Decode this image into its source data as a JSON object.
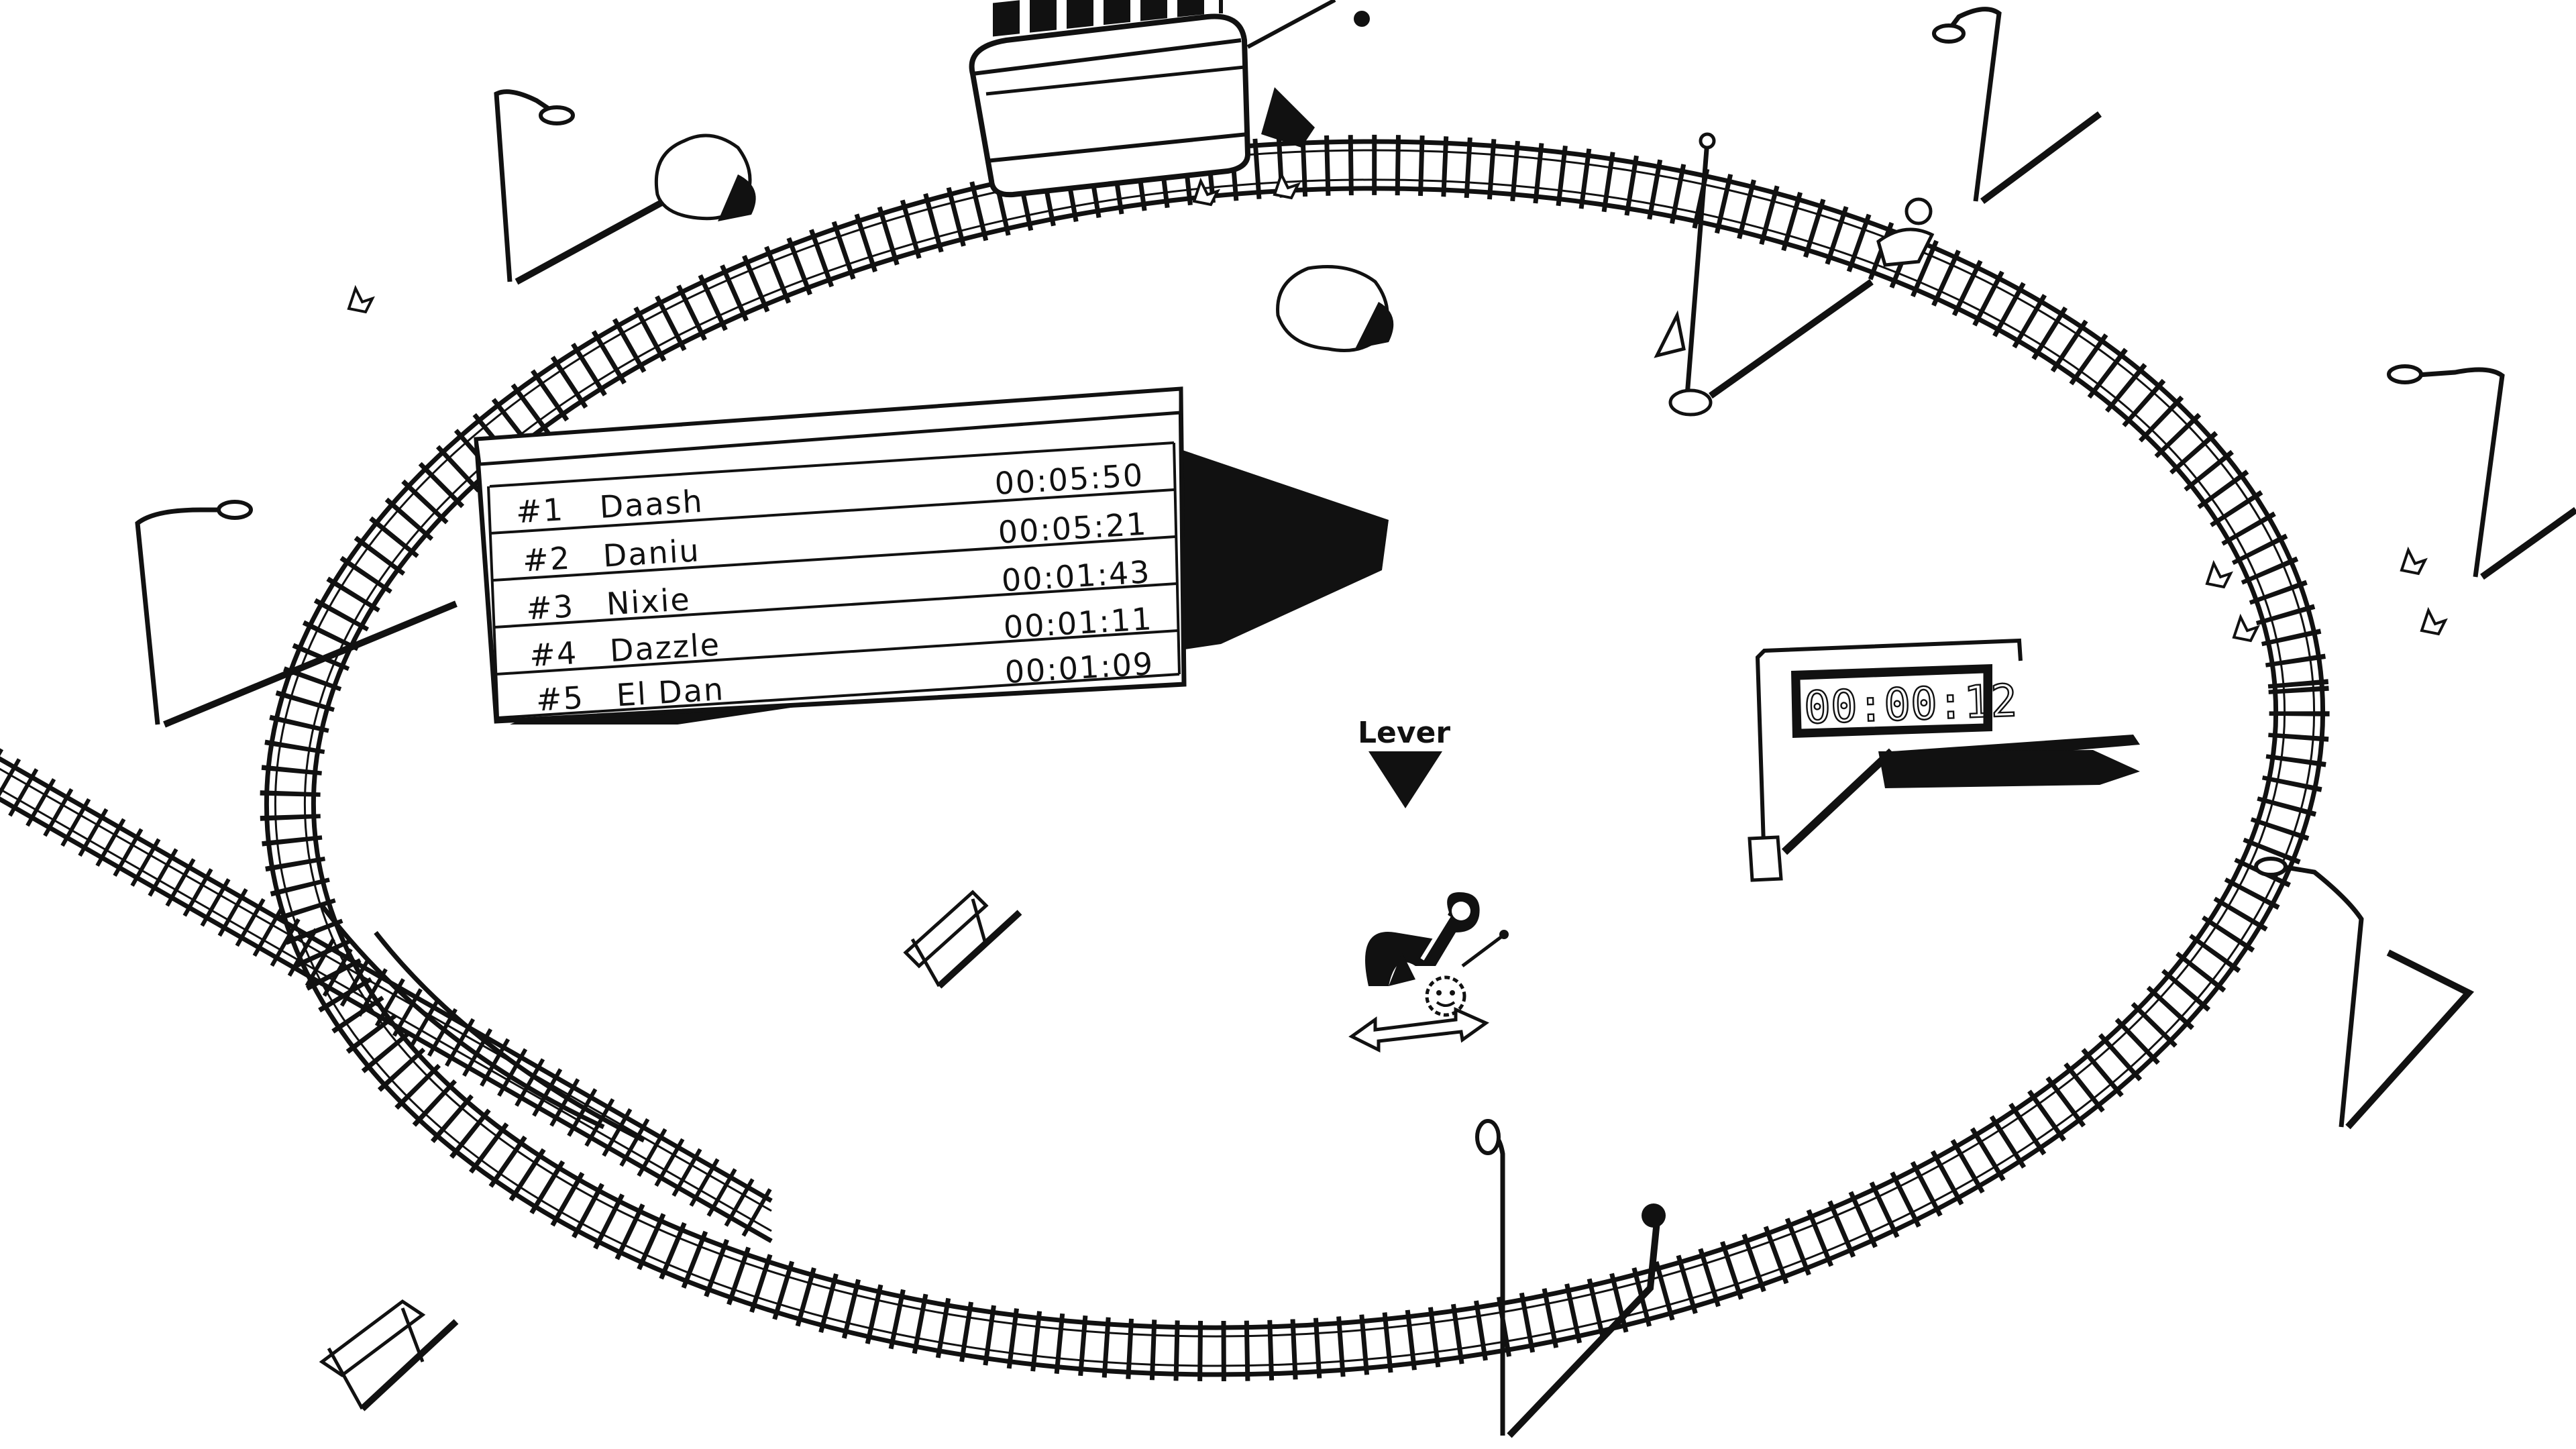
{
  "leaderboard": {
    "entries": [
      {
        "rank": "#1",
        "name": "Daash",
        "time": "00:05:50"
      },
      {
        "rank": "#2",
        "name": "Daniu",
        "time": "00:05:21"
      },
      {
        "rank": "#3",
        "name": "Nixie",
        "time": "00:01:43"
      },
      {
        "rank": "#4",
        "name": "Dazzle",
        "time": "00:01:11"
      },
      {
        "rank": "#5",
        "name": "El Dan",
        "time": "00:01:09"
      }
    ]
  },
  "timer": {
    "value": "00:00:12"
  },
  "prompt": {
    "label": "Lever",
    "icon": "down-triangle-icon"
  },
  "icons": {
    "lever": "lever-icon",
    "move_hint": "double-arrow-icon",
    "player": "gear-character-icon"
  },
  "colors": {
    "ink": "#111111",
    "paper": "#ffffff"
  }
}
